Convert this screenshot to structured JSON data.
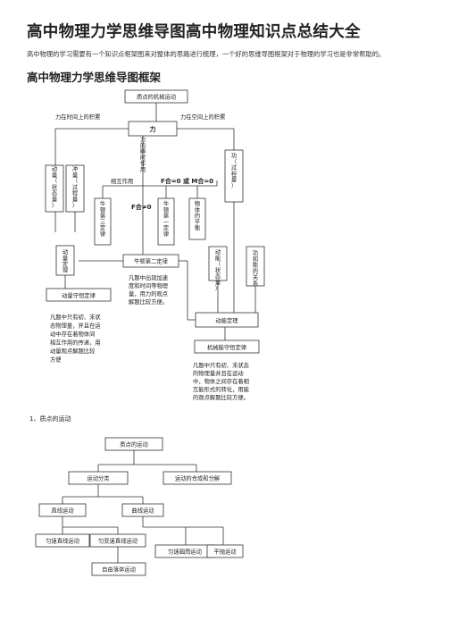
{
  "page": {
    "title": "高中物理力学思维导图高中物理知识点总结大全",
    "intro": "高中物理的学习需要有一个知识点框架图来对整体的思路进行梳理，一个好的思维导图框架对于物理的学习也是非常帮助的。",
    "subtitle": "高中物理力学思维导图框架"
  },
  "map1": {
    "top": "质点的机械运动",
    "center": "力",
    "time_label": "力在时间上的积累",
    "space_label": "力在空间上的积累",
    "instant_label": "力的瞬时作用",
    "interaction_label": "相互作用",
    "momentum_box": "动量（状态量）",
    "impulse_box": "冲量（过程量）",
    "work_box": "功（过程量）",
    "newton3": "牛顿第三定律",
    "newton1": "牛顿第一定律",
    "equilibrium": "物体的平衡",
    "cond_eq": "F合=0 或 M合=0",
    "cond_neq": "F合≠0",
    "momentum_theorem": "动量定理",
    "momentum_conservation": "动量守恒定律",
    "newton2": "牛顿第二定律",
    "kinetic": "动能（状态量）",
    "work_energy": "功和能的关系",
    "ke_theorem": "动能定理",
    "mech_conservation": "机械能守恒定律",
    "note_newton": [
      "凡题中出现加速",
      "度和时间等物理",
      "量，用力的观点",
      "解题比较方便。"
    ],
    "note_momentum": [
      "凡题中只有初、末状",
      "态物理量，并且在运",
      "动中存在着物体间",
      "相互作用的传递，用",
      "动量观点解题比较",
      "方便"
    ],
    "note_energy": [
      "凡题中只有初、末状态",
      "的物理量并且在运动",
      "中，物体之间存在着相",
      "互能形式的转化，用能",
      "的观点解题比较方便。"
    ]
  },
  "section1_label": "1、质点的运动",
  "map2": {
    "root": "质点的运动",
    "classify": "运动分类",
    "compose": "运动的合成和分解",
    "linear": "直线运动",
    "curve": "曲线运动",
    "uniform": "匀速直线运动",
    "uniform_acc": "匀变速直线运动",
    "circular": "匀速圆周运动",
    "projectile": "平抛运动",
    "freefall": "自由落体运动"
  }
}
